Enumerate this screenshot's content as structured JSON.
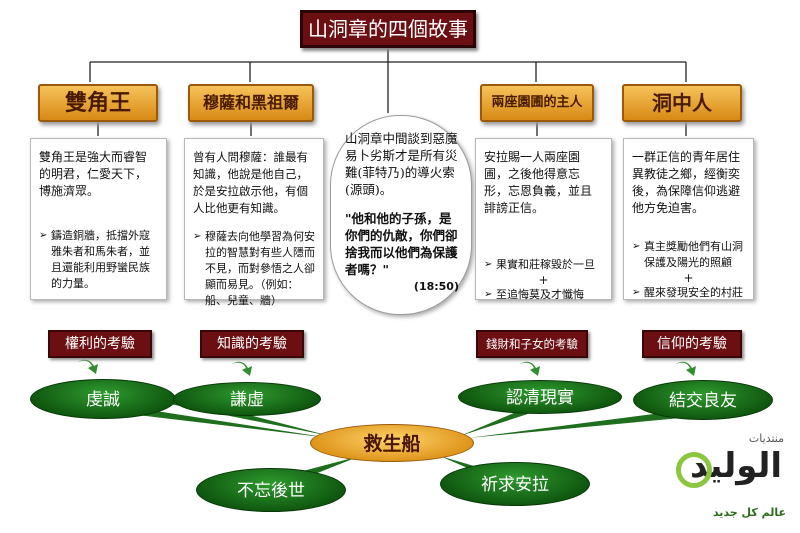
{
  "title": "山洞章的四個故事",
  "stories": [
    {
      "header": "雙角王",
      "text": "雙角王是強大而睿智的明君，仁愛天下，博施濟眾。",
      "bullets": [
        "鑄造銅牆，抵擋外寇雅朱者和馬朱者，並且還能利用野蠻民族的力量。"
      ]
    },
    {
      "header": "穆薩和黑祖爾",
      "text": "曾有人問穆薩：誰最有知識，他說是他自己，於是安拉啟示他，有個人比他更有知識。",
      "bullets": [
        "穆薩去向他學習為何安拉的智慧對有些人隱而不見，而對參悟之人卻顯而易見。（例如：船、兒童、牆）"
      ]
    },
    {
      "header": "兩座園圃的主人",
      "text": "安拉賜一人兩座園圃，之後他得意忘形，忘恩負義，並且誹謗正信。",
      "bullets": [
        "果實和莊稼毀於一旦",
        "至追悔莫及才懺悔"
      ],
      "plus": "+"
    },
    {
      "header": "洞中人",
      "text": "一群正信的青年居住異教徒之鄉，經衡奕後，為保障信仰逃避他方免迫害。",
      "bullets": [
        "真主獎勵他們有山洞保護及陽光的照顧",
        "醒來發現安全的村莊"
      ],
      "plus": "+"
    }
  ],
  "center_oval": {
    "text": "山洞章中間談到惡魔易卜劣斯才是所有災難(菲特乃)的導火索(源頭)。",
    "quote": "\"他和他的子孫，是你們的仇敵，你們卻捨我而以他們為保護者嗎？\"",
    "ref": "(18:50)"
  },
  "tests": [
    "權利的考驗",
    "知識的考驗",
    "錢財和子女的考驗",
    "信仰的考驗"
  ],
  "virtues": [
    "虔誠",
    "謙虛",
    "認清現實",
    "結交良友",
    "不忘後世",
    "祈求安拉"
  ],
  "hub": "救生船",
  "watermark": {
    "top": "منتديات",
    "main": "الوليد",
    "sub": "عالم كل جديد"
  },
  "colors": {
    "title_bg": "#6b0f12",
    "header_grad": "#d88a15",
    "ellipse_green": "#1e7a1e",
    "hub_orange": "#e8a227"
  }
}
